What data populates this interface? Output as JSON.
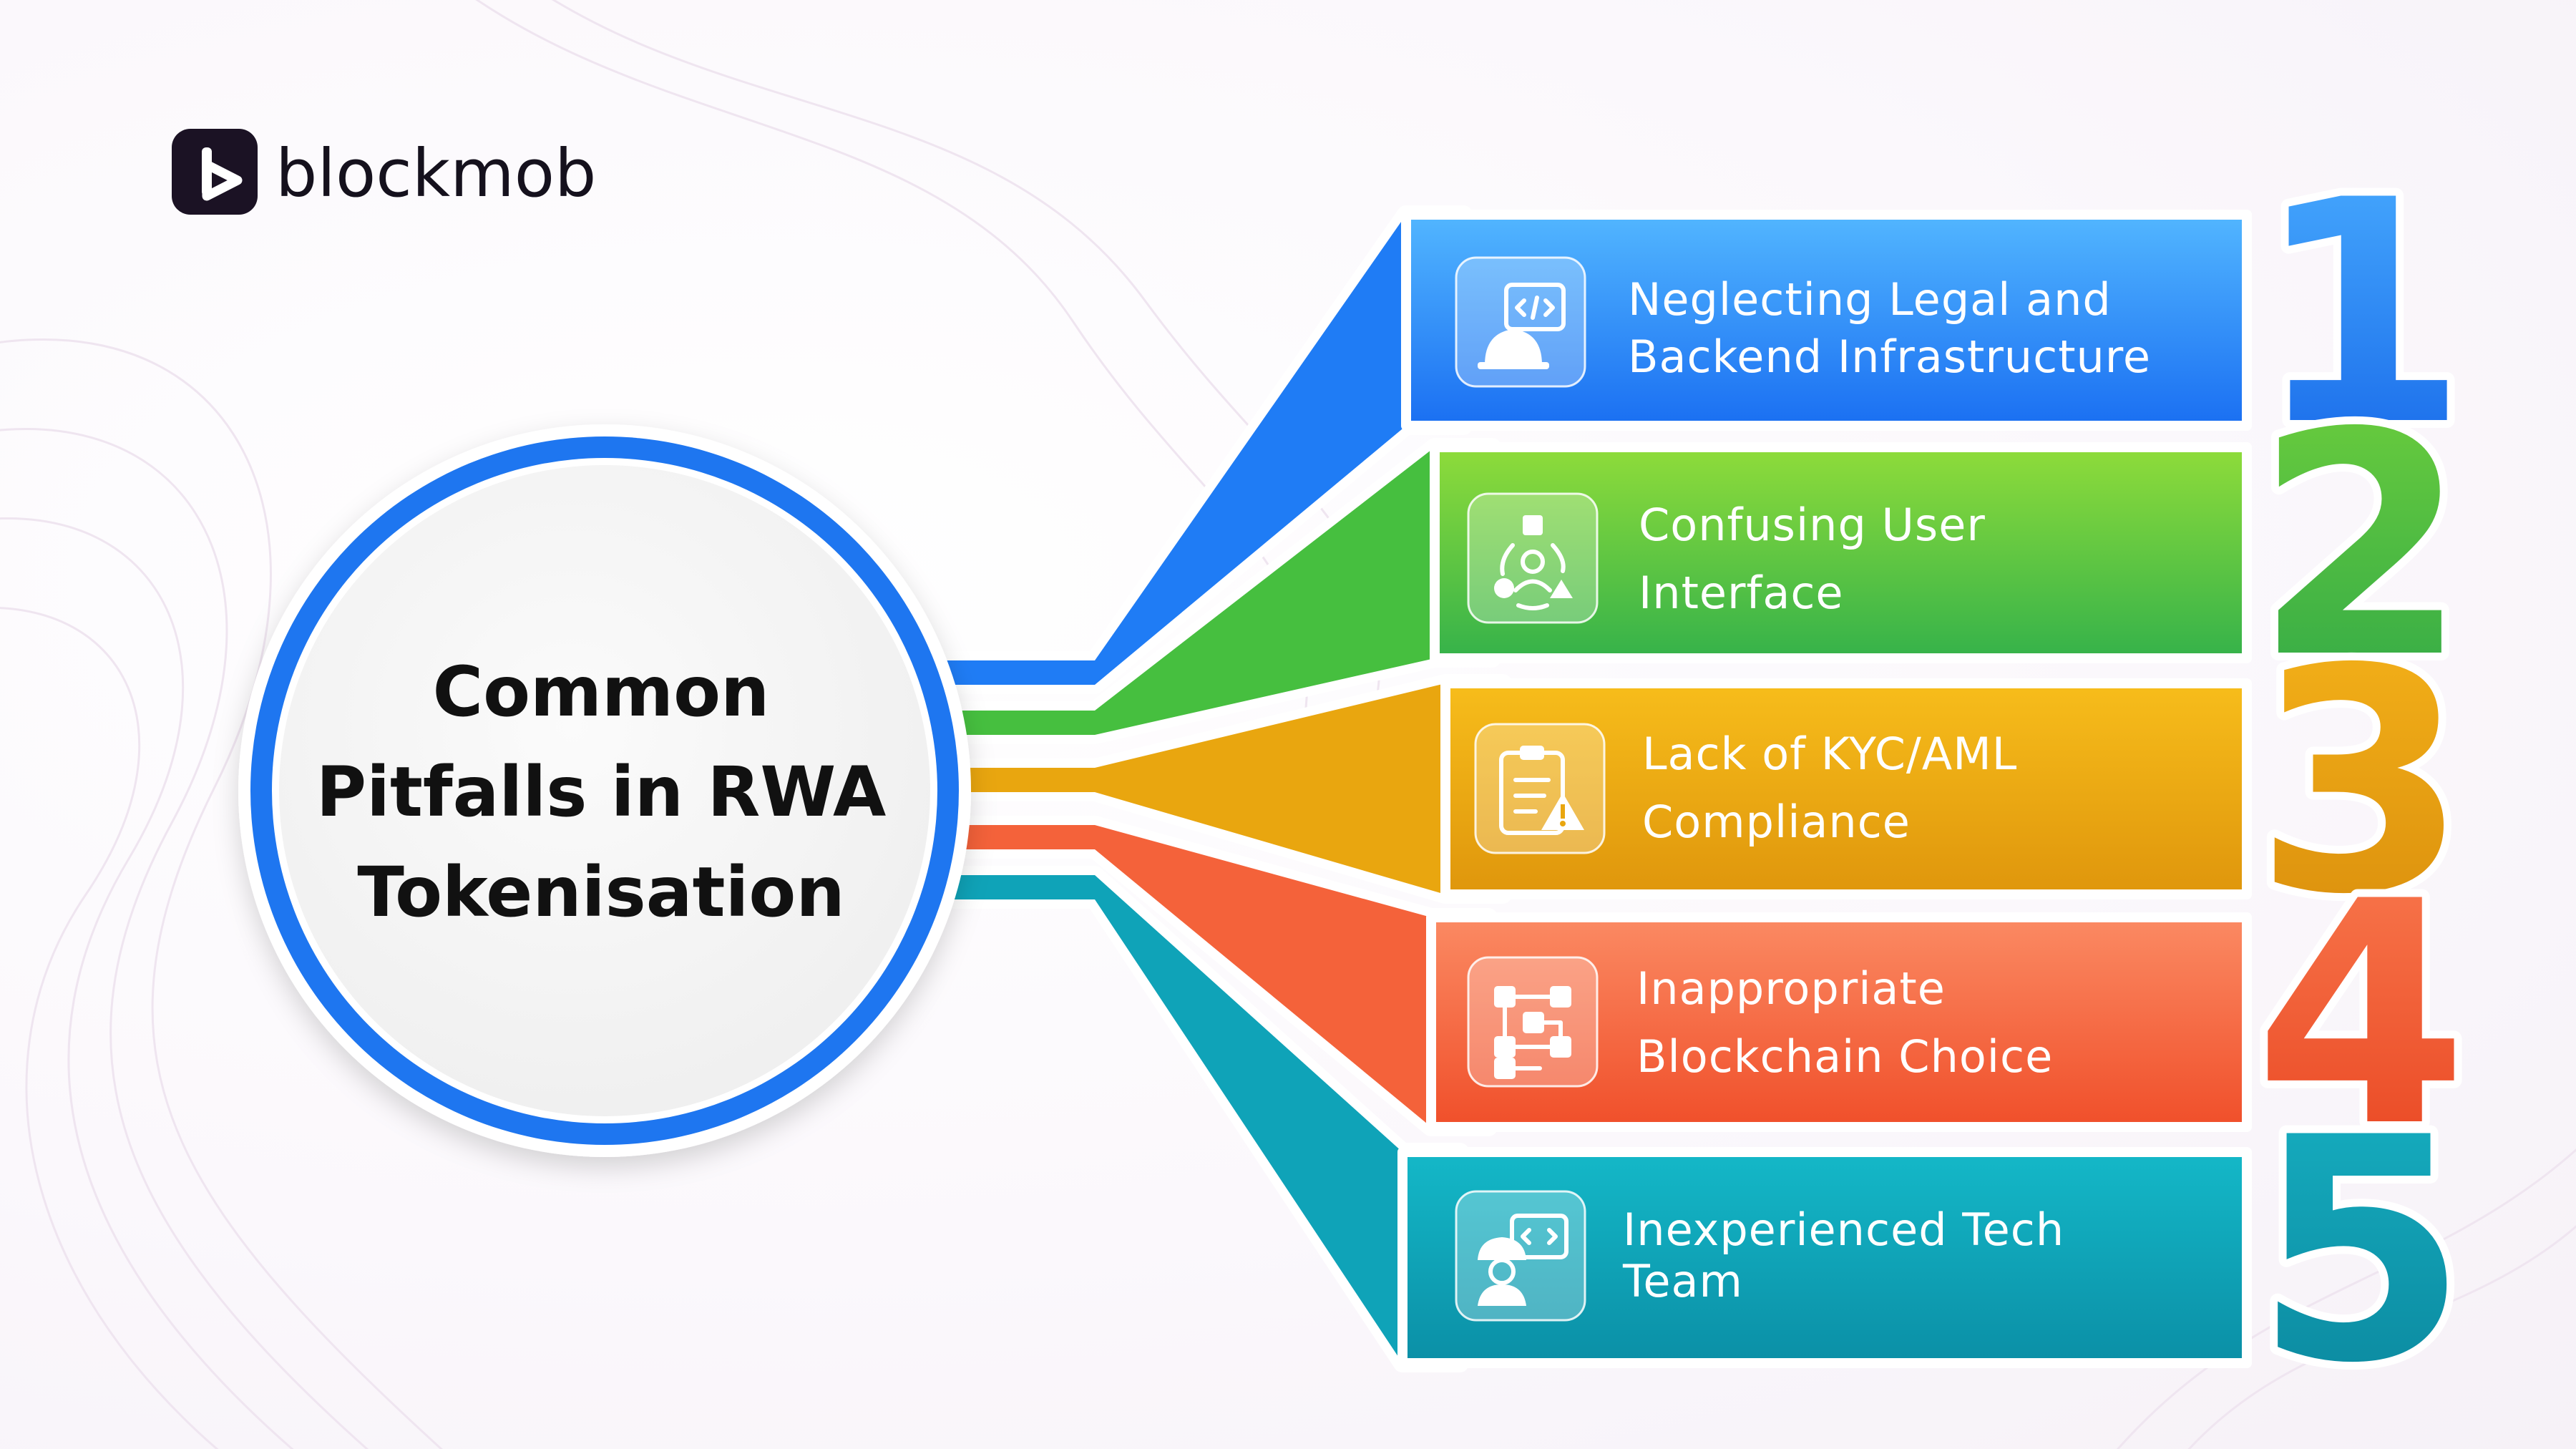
{
  "brand": {
    "name": "blockmob"
  },
  "center": {
    "title_lines": [
      "Common",
      "Pitfalls in RWA",
      "Tokenisation"
    ]
  },
  "colors": {
    "band1": "#1f7cf5",
    "band2": "#46bf3f",
    "band3": "#e9a60f",
    "band4": "#f4623a",
    "band5": "#0fa3b8",
    "ring": "#1e76f0",
    "logo_tile": "#1b1224"
  },
  "pitfalls": [
    {
      "number": "1",
      "lines": [
        "Neglecting Legal and",
        "Backend Infrastructure"
      ],
      "icon": "developer-hardhat-icon"
    },
    {
      "number": "2",
      "lines": [
        "Confusing User",
        "Interface"
      ],
      "icon": "user-interface-icon"
    },
    {
      "number": "3",
      "lines": [
        "Lack of KYC/AML",
        "Compliance"
      ],
      "icon": "compliance-warning-icon"
    },
    {
      "number": "4",
      "lines": [
        "Inappropriate",
        "Blockchain Choice"
      ],
      "icon": "blockchain-nodes-icon"
    },
    {
      "number": "5",
      "lines": [
        "Inexperienced Tech",
        "Team"
      ],
      "icon": "tech-worker-icon"
    }
  ]
}
